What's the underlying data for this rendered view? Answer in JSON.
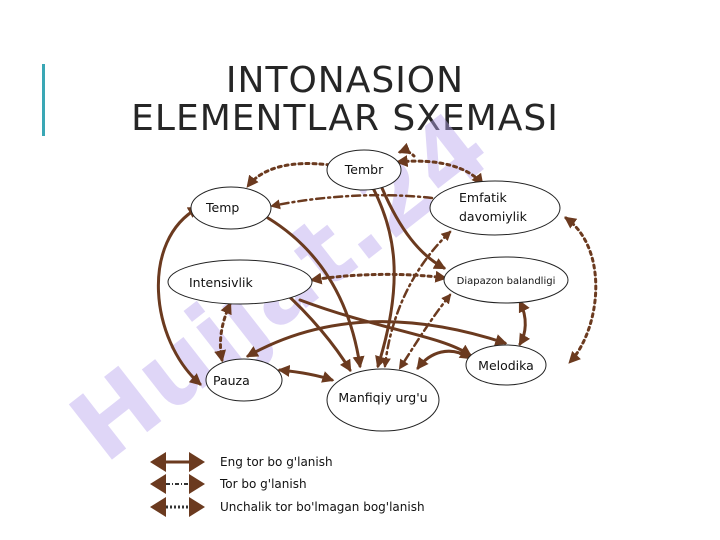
{
  "slide": {
    "title_line1": "INTONASION",
    "title_line2": "ELEMENTLAR SXEMASI",
    "accent_color": "#3aa7b5"
  },
  "watermark": {
    "text": "Hujjat.24",
    "color": "#b9a6ef"
  },
  "diagram": {
    "arrow_color": "#6b3a1f",
    "nodes": {
      "tembr": "Tembr",
      "temp": "Temp",
      "emfatik_line1": "Emfatik",
      "emfatik_line2": "davomiylik",
      "intensivlik": "Intensivlik",
      "diapazon": "Diapazon balandligi",
      "pauza": "Pauza",
      "melodika": "Melodika",
      "manfiqiy": "Manfiqiy urg'u"
    },
    "legend": {
      "strong": "Eng tor bo g'lanish",
      "medium": "Tor bo g'lanish",
      "weak": "Unchalik tor bo'lmagan bog'lanish"
    }
  }
}
